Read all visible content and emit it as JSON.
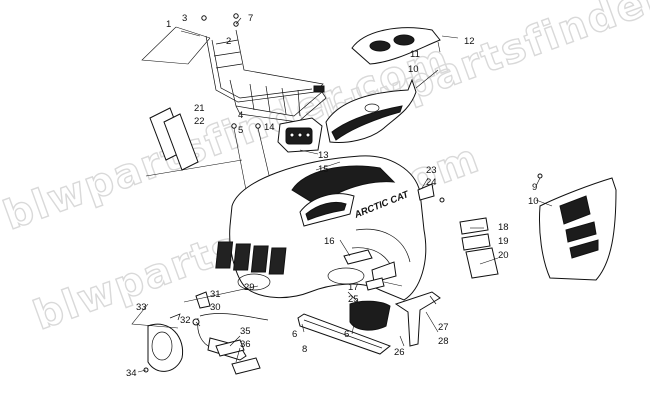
{
  "watermark": "blwpartsfinder.com",
  "hood_logo": "ARCTIC CAT",
  "callouts": [
    {
      "id": "c1",
      "label": "1"
    },
    {
      "id": "c2",
      "label": "2"
    },
    {
      "id": "c3",
      "label": "3"
    },
    {
      "id": "c4",
      "label": "4"
    },
    {
      "id": "c5",
      "label": "5"
    },
    {
      "id": "c6a",
      "label": "6"
    },
    {
      "id": "c6b",
      "label": "6"
    },
    {
      "id": "c7",
      "label": "7"
    },
    {
      "id": "c8",
      "label": "8"
    },
    {
      "id": "c9",
      "label": "9"
    },
    {
      "id": "c10a",
      "label": "10"
    },
    {
      "id": "c10b",
      "label": "10"
    },
    {
      "id": "c11",
      "label": "11"
    },
    {
      "id": "c12",
      "label": "12"
    },
    {
      "id": "c13",
      "label": "13"
    },
    {
      "id": "c14",
      "label": "14"
    },
    {
      "id": "c15",
      "label": "15"
    },
    {
      "id": "c16",
      "label": "16"
    },
    {
      "id": "c17",
      "label": "17"
    },
    {
      "id": "c18",
      "label": "18"
    },
    {
      "id": "c19",
      "label": "19"
    },
    {
      "id": "c20",
      "label": "20"
    },
    {
      "id": "c21",
      "label": "21"
    },
    {
      "id": "c22",
      "label": "22"
    },
    {
      "id": "c23",
      "label": "23"
    },
    {
      "id": "c24",
      "label": "24"
    },
    {
      "id": "c25",
      "label": "25"
    },
    {
      "id": "c26",
      "label": "26"
    },
    {
      "id": "c27",
      "label": "27"
    },
    {
      "id": "c28",
      "label": "28"
    },
    {
      "id": "c29",
      "label": "29"
    },
    {
      "id": "c30",
      "label": "30"
    },
    {
      "id": "c31",
      "label": "31"
    },
    {
      "id": "c32",
      "label": "32"
    },
    {
      "id": "c33",
      "label": "33"
    },
    {
      "id": "c34",
      "label": "34"
    },
    {
      "id": "c35",
      "label": "35"
    },
    {
      "id": "c36",
      "label": "36"
    }
  ]
}
